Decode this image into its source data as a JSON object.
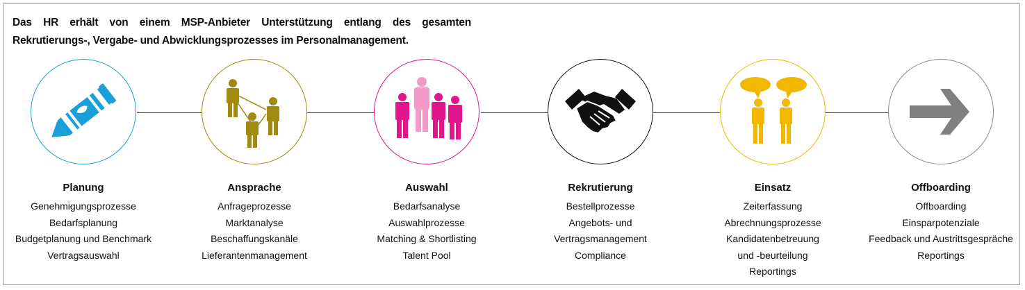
{
  "intro": {
    "line1": "Das HR erhält von einem MSP-Anbieter Unterstützung entlang des gesamten",
    "line2": "Rekrutierungs-, Vergabe- und Abwicklungsprozesses im Personalmanagement."
  },
  "stages": [
    {
      "title": "Planung",
      "color": "#1aa0d8",
      "icon": "crayon-icon",
      "items": [
        "Genehmigungsprozesse",
        "Bedarfsplanung",
        "Budgetplanung und Benchmark",
        "Vertragsauswahl"
      ]
    },
    {
      "title": "Ansprache",
      "color": "#a08a10",
      "icon": "people-network-icon",
      "items": [
        "Anfrageprozesse",
        "Marktanalyse",
        "Beschaffungskanäle",
        "Lieferantenmanagement"
      ]
    },
    {
      "title": "Auswahl",
      "color": "#e0168a",
      "icon": "people-group-icon",
      "items": [
        "Bedarfsanalyse",
        "Auswahlprozesse",
        "Matching & Shortlisting",
        "Talent Pool"
      ]
    },
    {
      "title": "Rekrutierung",
      "color": "#111111",
      "icon": "handshake-icon",
      "items": [
        "Bestellprozesse",
        "Angebots- und",
        "Vertragsmanagement",
        "Compliance"
      ]
    },
    {
      "title": "Einsatz",
      "color": "#f2b800",
      "icon": "speech-people-icon",
      "items": [
        "Zeiterfassung",
        "Abrechnungsprozesse",
        "Kandidatenbetreuung",
        "und -beurteilung",
        "Reportings"
      ]
    },
    {
      "title": "Offboarding",
      "color": "#8a8a8a",
      "icon": "arrow-right-icon",
      "items": [
        "Offboarding",
        "Einsparpotenziale",
        "Feedback und Austrittsgespräche",
        "Reportings"
      ]
    }
  ]
}
